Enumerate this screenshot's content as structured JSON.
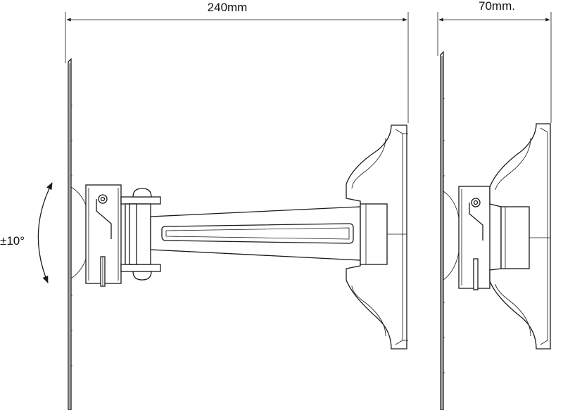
{
  "dimensions": {
    "full_extension": "240mm",
    "retracted_depth": "70mm."
  },
  "tilt_range": "±10°",
  "colors": {
    "line": "#1a1a1a",
    "background": "#ffffff"
  }
}
